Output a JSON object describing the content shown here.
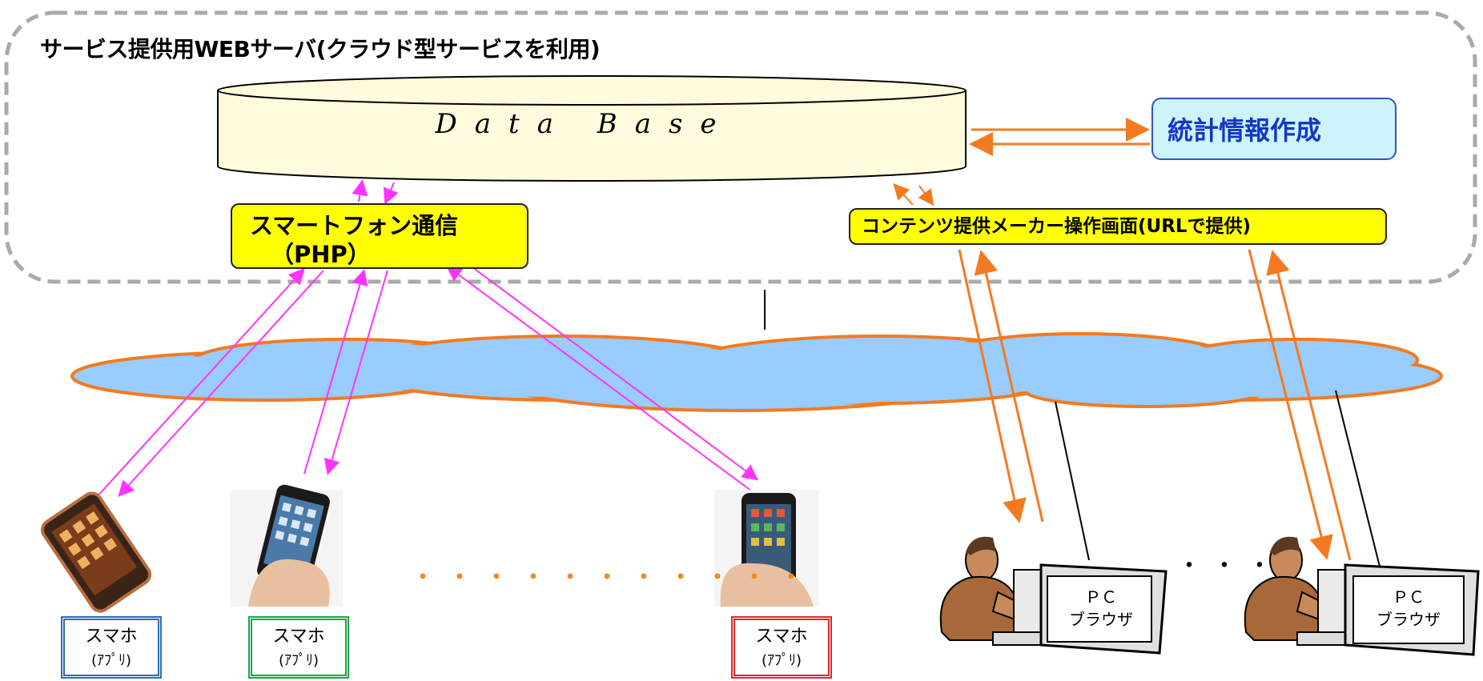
{
  "server": {
    "title": "サービス提供用WEBサーバ(クラウド型サービスを利用)"
  },
  "database": {
    "label": "Data Base"
  },
  "stats_box": {
    "label": "統計情報作成"
  },
  "php_box": {
    "line1": "スマートフォン通信",
    "line2": "（PHP）"
  },
  "maker_box": {
    "label": "コンテンツ提供メーカー操作画面(URLで提供)"
  },
  "phones": [
    {
      "line1": "スマホ",
      "line2": "(ｱﾌﾟﾘ)",
      "color": "#2a6db5"
    },
    {
      "line1": "スマホ",
      "line2": "(ｱﾌﾟﾘ)",
      "color": "#1aa34a"
    },
    {
      "line1": "スマホ",
      "line2": "(ｱﾌﾟﾘ)",
      "color": "#e0262b"
    }
  ],
  "phone_ellipsis": "・・・・・・・・・・・",
  "pcs": [
    {
      "line1": "ＰＣ",
      "line2": "ブラウザ"
    },
    {
      "line1": "ＰＣ",
      "line2": "ブラウザ"
    }
  ],
  "pc_ellipsis": "・・・",
  "colors": {
    "magenta_arrow": "#ff33ff",
    "orange_arrow": "#f47a20",
    "cloud_fill": "#99ccff",
    "cloud_stroke": "#f47a20",
    "yellow_box": "#ffff00",
    "stats_fill": "#cdf4fa"
  }
}
